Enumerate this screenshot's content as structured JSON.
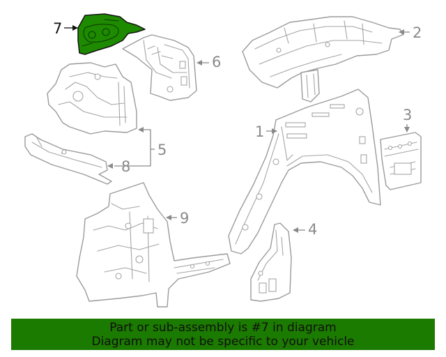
{
  "callouts": [
    {
      "id": "1",
      "label": "1"
    },
    {
      "id": "2",
      "label": "2"
    },
    {
      "id": "3",
      "label": "3"
    },
    {
      "id": "4",
      "label": "4"
    },
    {
      "id": "5",
      "label": "5"
    },
    {
      "id": "6",
      "label": "6"
    },
    {
      "id": "7",
      "label": "7"
    },
    {
      "id": "8",
      "label": "8"
    },
    {
      "id": "9",
      "label": "9"
    }
  ],
  "highlight": {
    "part": "7",
    "color": "#1b7a00"
  },
  "colors": {
    "line_art": "#9a9a9a",
    "callout_text": "#8a8a8a",
    "highlight_fill": "#1e8a00",
    "banner_bg": "#1b7a00"
  },
  "banner": {
    "line1": "Part or sub-assembly is #7 in diagram",
    "line2": "Diagram may not be specific to your vehicle"
  }
}
